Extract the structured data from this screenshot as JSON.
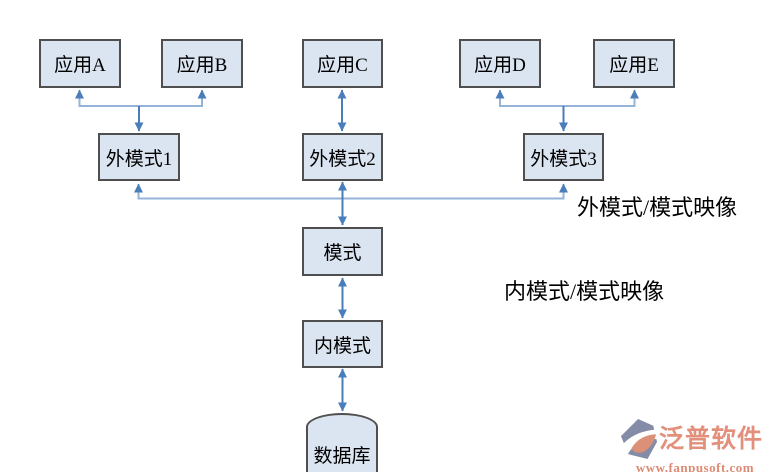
{
  "diagram": {
    "nodes": {
      "app_a": {
        "label": "应用A"
      },
      "app_b": {
        "label": "应用B"
      },
      "app_c": {
        "label": "应用C"
      },
      "app_d": {
        "label": "应用D"
      },
      "app_e": {
        "label": "应用E"
      },
      "ext1": {
        "label": "外模式1"
      },
      "ext2": {
        "label": "外模式2"
      },
      "ext3": {
        "label": "外模式3"
      },
      "schema": {
        "label": "模式"
      },
      "internal": {
        "label": "内模式"
      },
      "database": {
        "label": "数据库"
      }
    },
    "annotations": {
      "external_mapping": "外模式/模式映像",
      "internal_mapping": "内模式/模式映像"
    },
    "colors": {
      "node_fill": "#dbe5f1",
      "node_border": "#4f4f4f",
      "arrow_strong": "#4a7ebb",
      "arrow_light": "#95b3d7"
    }
  },
  "watermark": {
    "brand": "泛普软件",
    "url": "www.fanpusoft.com",
    "brand_color": "#e2907b"
  }
}
